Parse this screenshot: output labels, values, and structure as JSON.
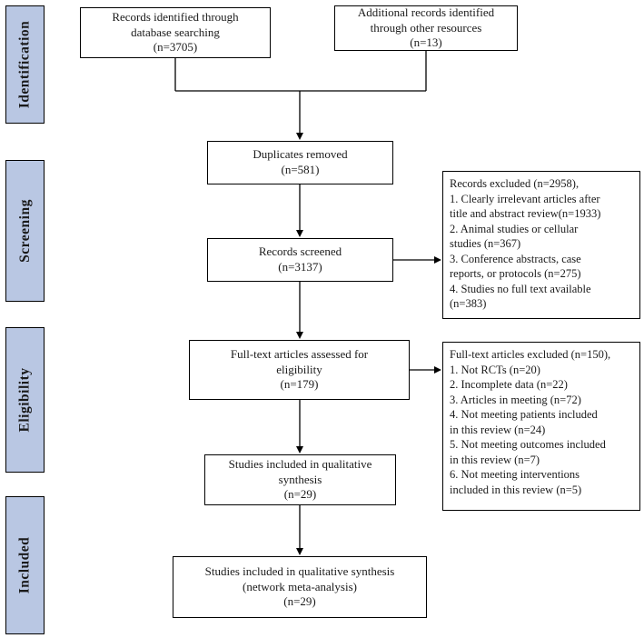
{
  "stages": {
    "identification": "Identification",
    "screening": "Screening",
    "eligibility": "Eligibility",
    "included": "Included"
  },
  "boxes": {
    "records_identified": "Records identified through\ndatabase searching\n(n=3705)",
    "additional_records": "Additional records identified\nthrough other resources\n(n=13)",
    "duplicates_removed": "Duplicates removed\n(n=581)",
    "records_screened": "Records screened\n(n=3137)",
    "records_excluded": "Records excluded (n=2958),\n1. Clearly irrelevant articles after\ntitle and abstract review(n=1933)\n2. Animal studies or cellular\nstudies (n=367)\n3. Conference abstracts, case\nreports, or protocols (n=275)\n4. Studies no full text available\n(n=383)",
    "fulltext_assessed": "Full-text articles assessed for\neligibility\n(n=179)",
    "fulltext_excluded": "Full-text articles excluded (n=150),\n1. Not RCTs (n=20)\n2. Incomplete data (n=22)\n3. Articles in meeting (n=72)\n4. Not meeting patients included\nin this review (n=24)\n5. Not meeting outcomes included\nin this review (n=7)\n6. Not meeting interventions\nincluded in this review (n=5)",
    "qualitative_synthesis": "Studies included in qualitative\nsynthesis\n(n=29)",
    "network_meta_analysis": "Studies included in qualitative synthesis\n(network meta-analysis)\n(n=29)"
  },
  "colors": {
    "stage_fill": "#b9c7e3",
    "box_border": "#000000",
    "background": "#ffffff",
    "arrow": "#000000"
  }
}
